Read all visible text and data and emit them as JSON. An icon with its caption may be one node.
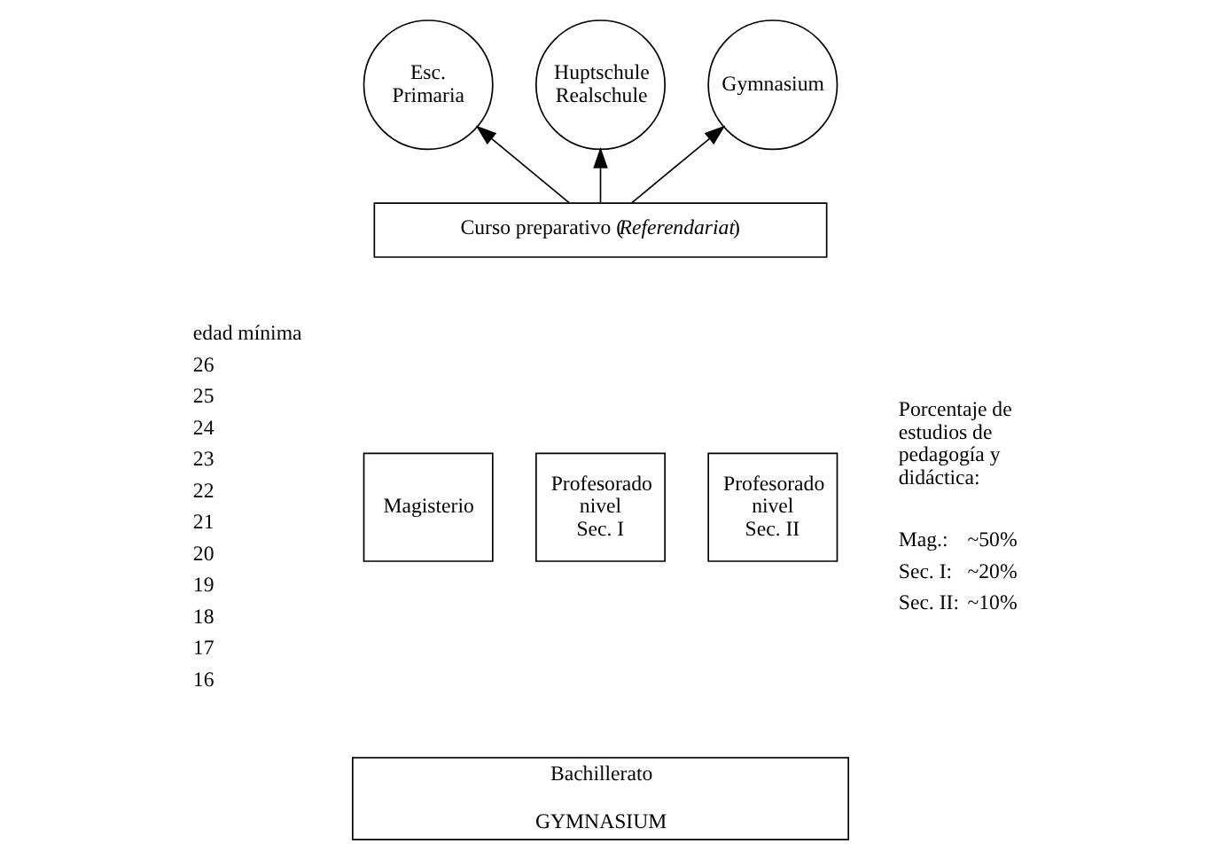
{
  "diagram": {
    "nodes": [
      {
        "text": [
          "Esc. Primaria"
        ]
      },
      {
        "text": [
          "Huptschule Realschule"
        ]
      },
      {
        "text": [
          "Gymnasium"
        ]
      },
      {
        "text": [
          "Curso preparativo (*Referendariat*)"
        ]
      },
      {
        "text": [
          "Magisterio"
        ]
      },
      {
        "text": [
          "Profesorado nivel Sec. I"
        ]
      },
      {
        "text": [
          "Profesorado nivel Sec. II"
        ]
      },
      {
        "text": [
          "Bachillerato",
          "GYMNASIUM"
        ]
      }
    ],
    "edges": [
      {
        "from": 3,
        "to": 0,
        "arrow": "to"
      },
      {
        "from": 3,
        "to": 1,
        "arrow": "to"
      },
      {
        "from": 3,
        "to": 2,
        "arrow": "to"
      }
    ],
    "labels": [
      "edad mínima",
      "26",
      "25",
      "24",
      "23",
      "22",
      "21",
      "20",
      "19",
      "18",
      "17",
      "16",
      "Porcentaje de estudios de pedagogía y didáctica:",
      "Mag.:",
      "~50%",
      "Sec. I:",
      "~20%",
      "Sec. II:",
      "~10%"
    ]
  }
}
